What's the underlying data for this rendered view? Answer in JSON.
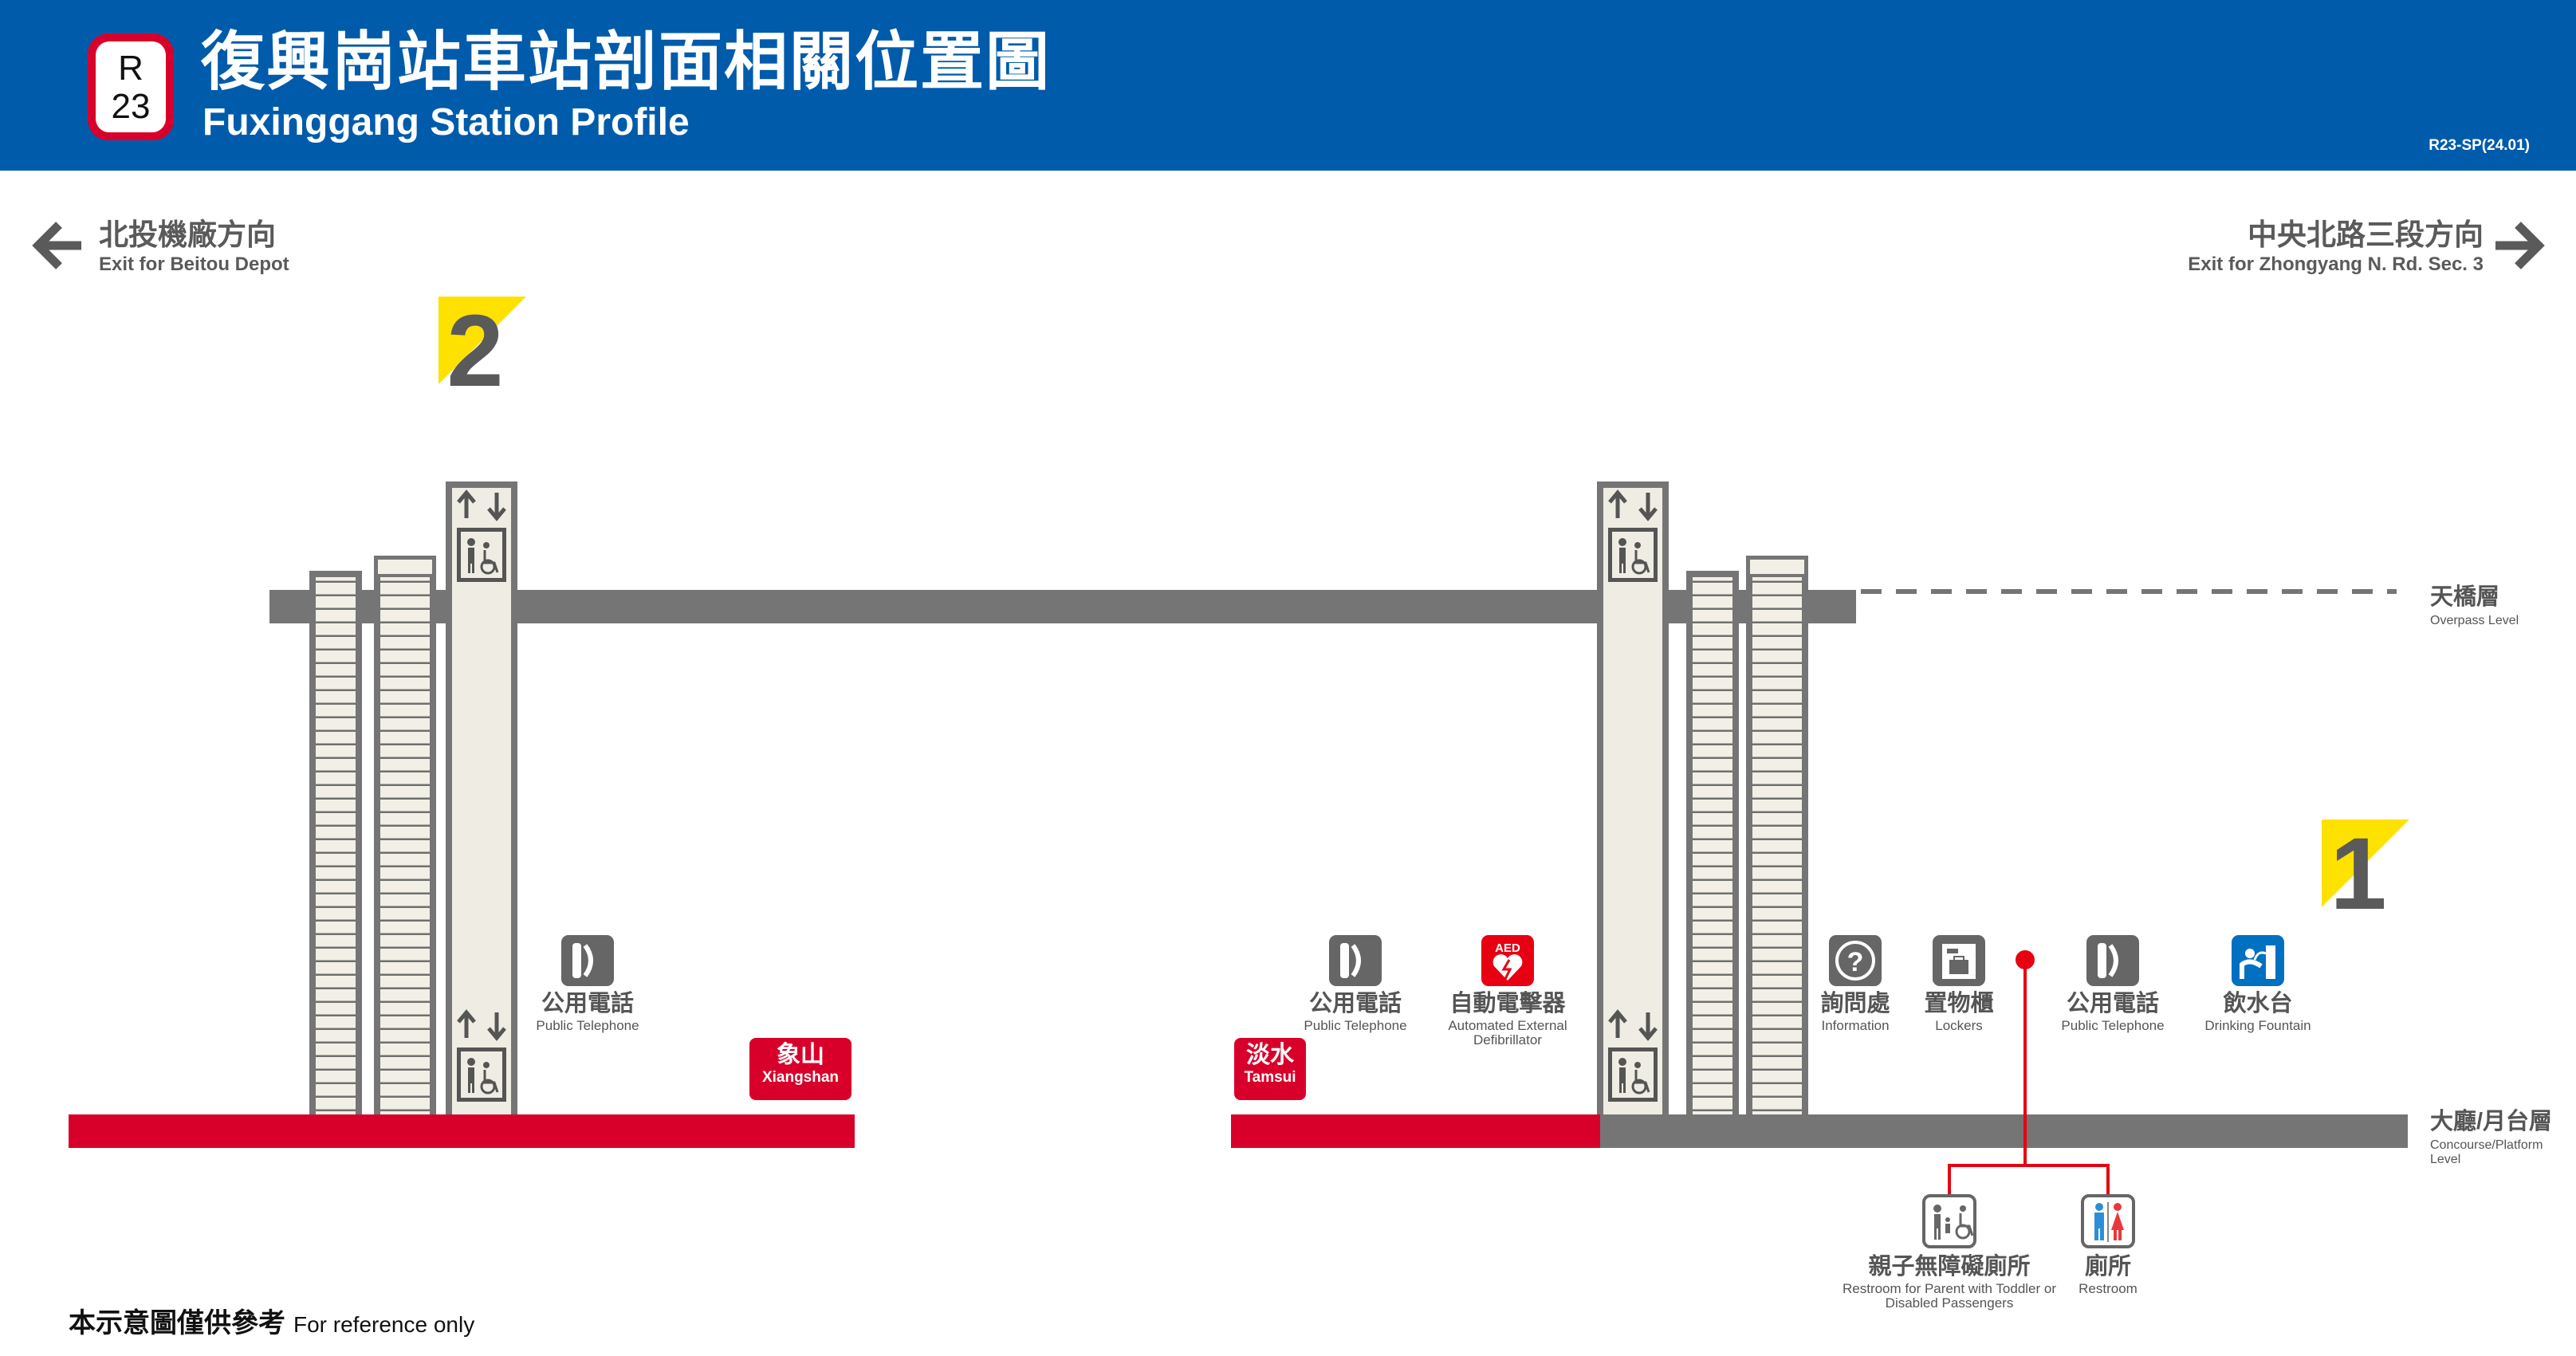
{
  "header": {
    "line_code_letter": "R",
    "line_code_number": "23",
    "title_zh": "復興崗站車站剖面相關位置圖",
    "title_en": "Fuxinggang Station Profile",
    "doc_code": "R23-SP(24.01)",
    "background_color": "#005bab",
    "badge_color": "#d8002b"
  },
  "exits": {
    "left": {
      "zh": "北投機廠方向",
      "en": "Exit for Beitou Depot",
      "icon": "arrow-left-icon"
    },
    "right": {
      "zh": "中央北路三段方向",
      "en": "Exit for Zhongyang N. Rd. Sec. 3",
      "icon": "arrow-right-icon"
    }
  },
  "exit_numbers": {
    "exit2": "2",
    "exit1": "1",
    "color": "#ffe100"
  },
  "levels": {
    "overpass": {
      "zh": "天橋層",
      "en": "Overpass Level"
    },
    "concourse": {
      "zh": "大廳/月台層",
      "en": "Concourse/Platform Level"
    }
  },
  "directions": {
    "xiangshan": {
      "zh": "象山",
      "en": "Xiangshan"
    },
    "tamsui": {
      "zh": "淡水",
      "en": "Tamsui"
    },
    "color": "#d8002b"
  },
  "facilities": {
    "phone_left": {
      "zh": "公用電話",
      "en": "Public Telephone",
      "icon": "telephone-icon"
    },
    "phone_mid": {
      "zh": "公用電話",
      "en": "Public Telephone",
      "icon": "telephone-icon"
    },
    "aed": {
      "zh": "自動電擊器",
      "en": "Automated External Defibrillator",
      "icon_text": "AED",
      "icon": "aed-icon"
    },
    "info": {
      "zh": "詢問處",
      "en": "Information",
      "icon": "information-icon"
    },
    "lockers": {
      "zh": "置物櫃",
      "en": "Lockers",
      "icon": "locker-icon"
    },
    "phone_right": {
      "zh": "公用電話",
      "en": "Public Telephone",
      "icon": "telephone-icon"
    },
    "fountain": {
      "zh": "飲水台",
      "en": "Drinking Fountain",
      "icon": "drinking-fountain-icon"
    },
    "accessible_restroom": {
      "zh": "親子無障礙廁所",
      "en": "Restroom for Parent with Toddler or Disabled Passengers",
      "icon": "accessible-restroom-icon"
    },
    "restroom": {
      "zh": "廁所",
      "en": "Restroom",
      "icon": "restroom-icon"
    }
  },
  "icons": {
    "elevator": "elevator-icon",
    "escalator": "escalator-icon",
    "stairs": "stairs-icon"
  },
  "note": {
    "zh": "本示意圖僅供參考",
    "en": "For reference only"
  }
}
